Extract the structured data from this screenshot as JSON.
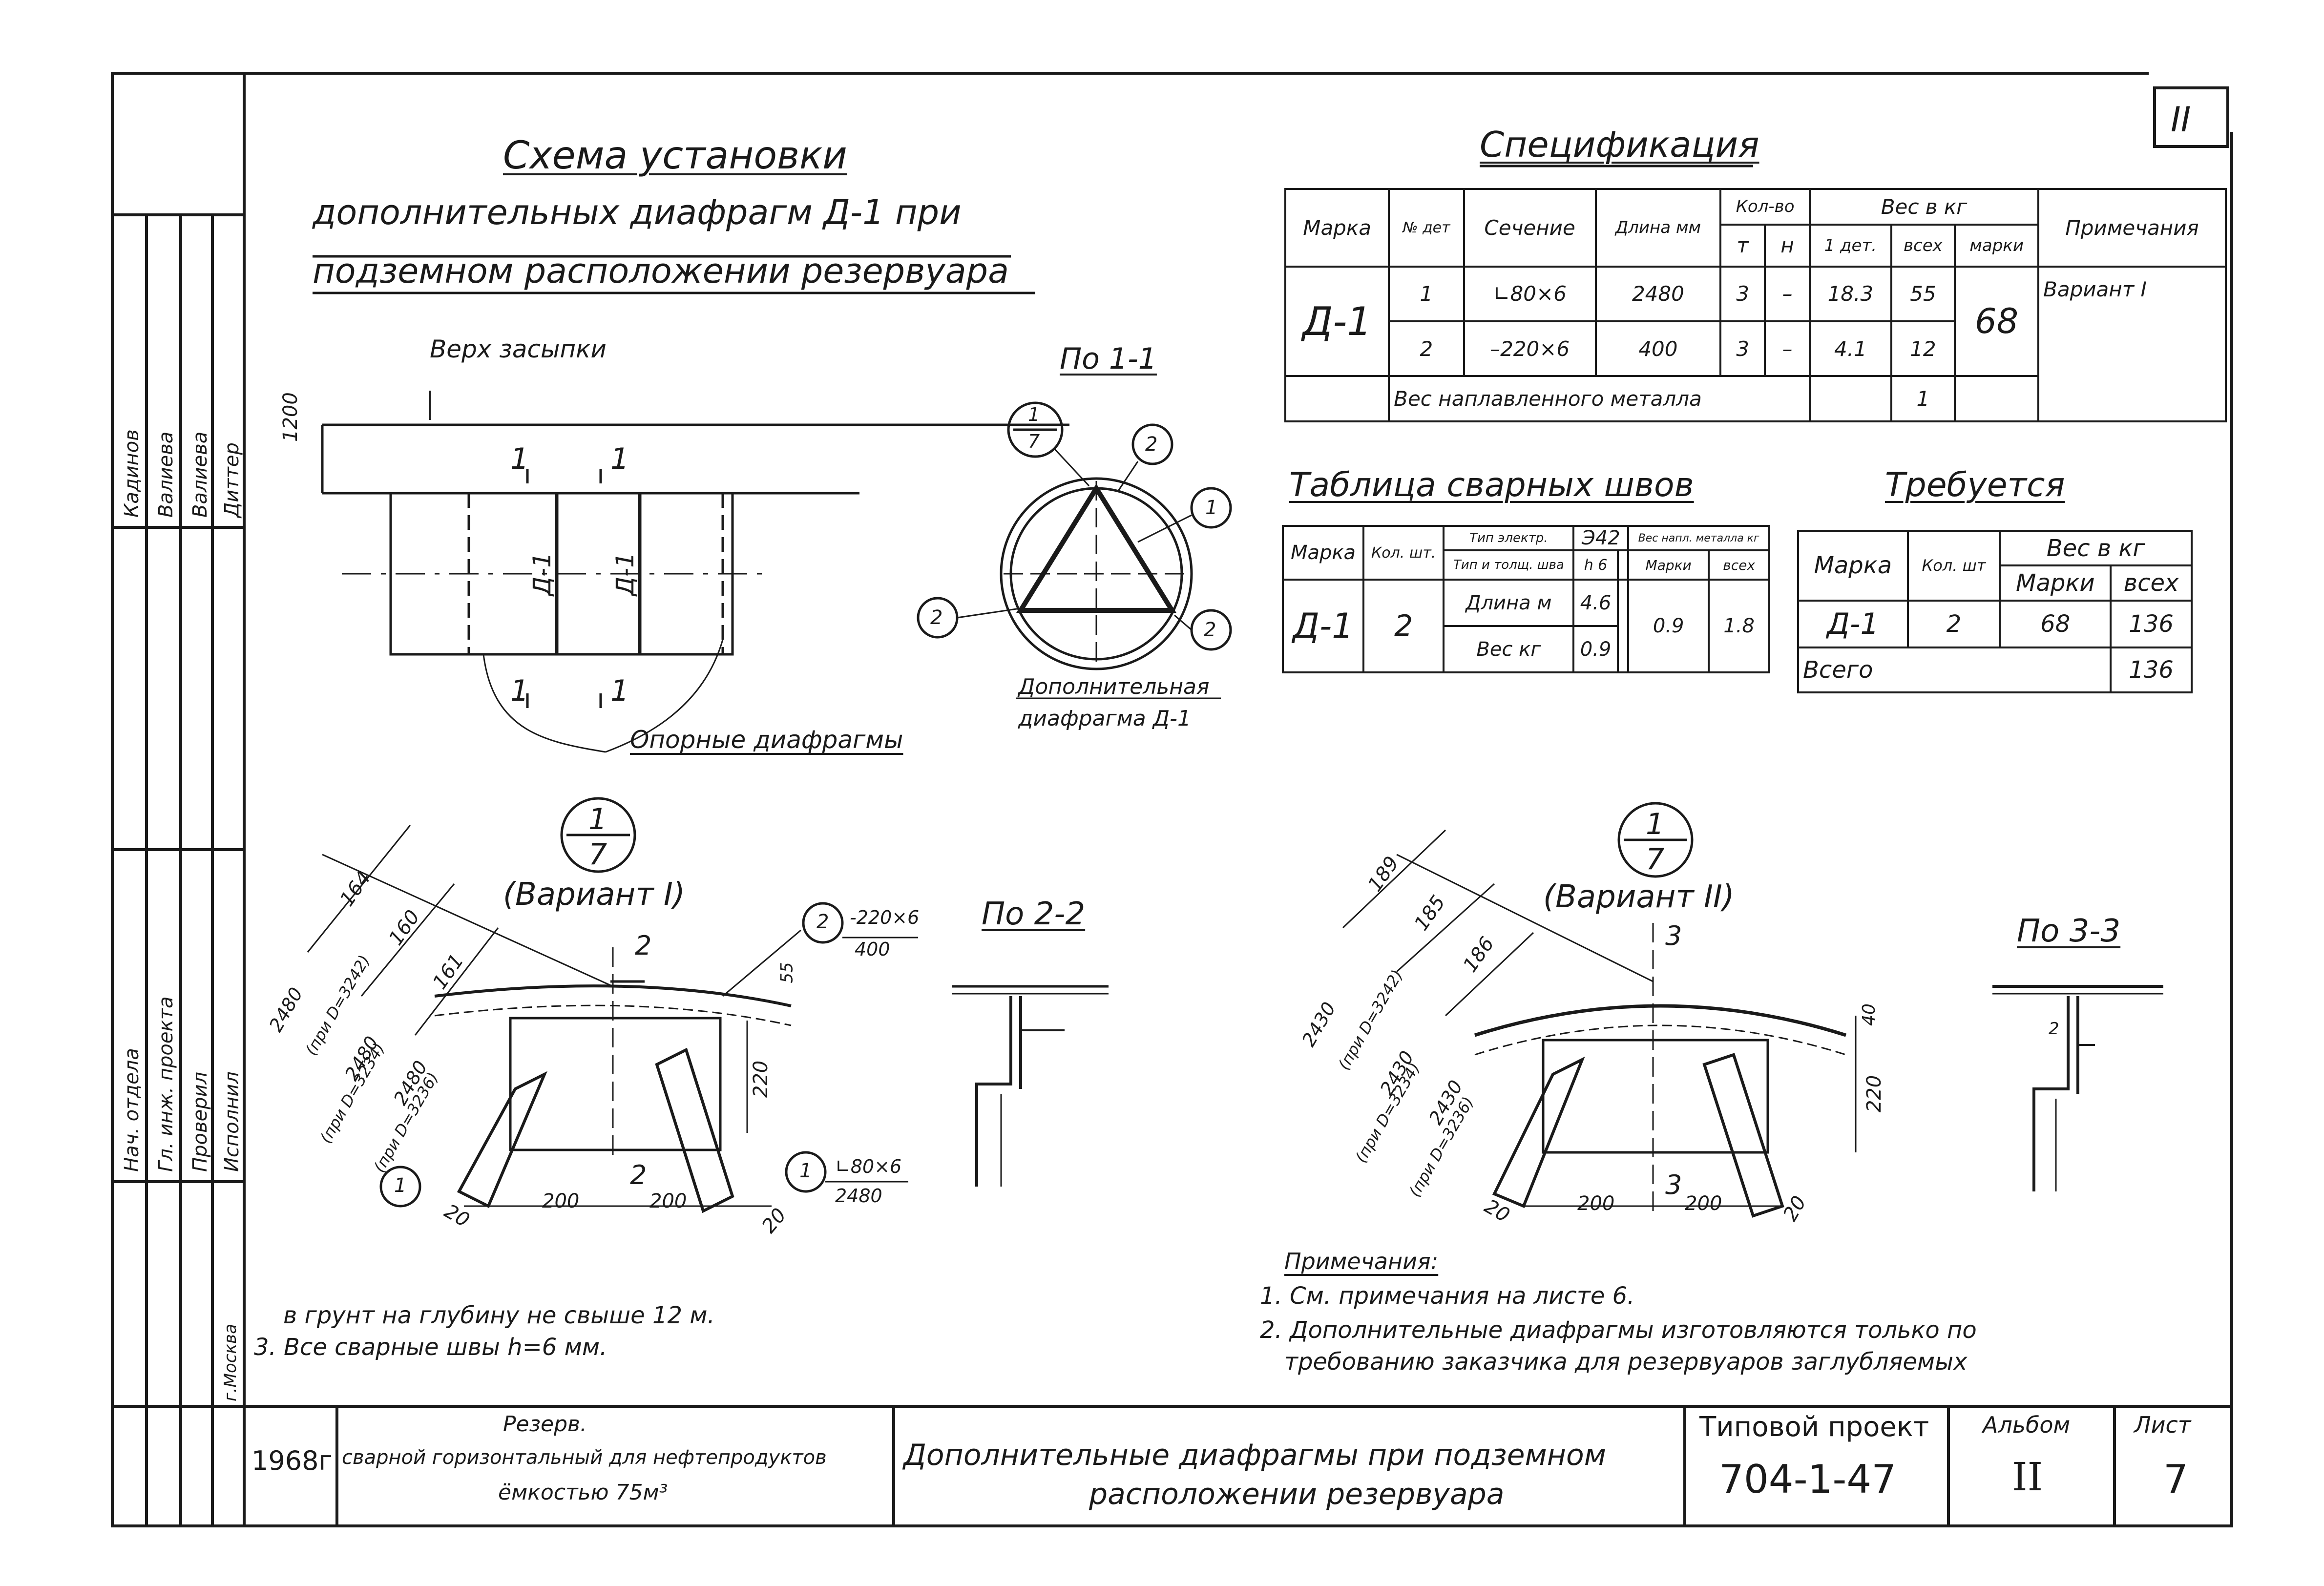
{
  "sheet_corner": "II",
  "title": {
    "line1": "Схема установки",
    "line2": "дополнительных диафрагм Д-1 при",
    "line3": "подземном расположении резервуара"
  },
  "scheme": {
    "backfill_label": "Верх засыпки",
    "height_dim": "1200",
    "section_mark": "1",
    "diaphragm_label": "Д-1",
    "support_diaphragms": "Опорные диафрагмы"
  },
  "section_1_1": {
    "title": "По 1-1",
    "callout_top": "1",
    "callout_bottom": "7",
    "pos1": "1",
    "pos2": "2",
    "extra_label_line1": "Дополнительная",
    "extra_label_line2": "диафрагма Д-1"
  },
  "specification": {
    "title": "Спецификация",
    "headers": {
      "mark": "Марка",
      "det_no": "№ дет",
      "section": "Сечение",
      "length": "Длина мм",
      "qty": "Кол-во",
      "qty_t": "т",
      "qty_n": "н",
      "weight": "Вес в кг",
      "w_one": "1 дет.",
      "w_all": "всех",
      "w_mark": "марки",
      "notes": "Примечания"
    },
    "mark": "Д-1",
    "rows": [
      {
        "det": "1",
        "section": "∟80×6",
        "length": "2480",
        "t": "3",
        "n": "–",
        "one": "18.3",
        "all": "55"
      },
      {
        "det": "2",
        "section": "–220×6",
        "length": "400",
        "t": "3",
        "n": "–",
        "one": "4.1",
        "all": "12"
      }
    ],
    "mark_weight": "68",
    "note": "Вариант I",
    "weld_metal_label": "Вес наплавленного металла",
    "weld_metal_value": "1"
  },
  "weld_table": {
    "title": "Таблица сварных швов",
    "headers": {
      "mark": "Марка",
      "qty": "Кол. шт.",
      "electrode": "Тип электр.",
      "electrode_value": "Э42",
      "seam_type": "Тип и толщ. шва",
      "h": "h 6",
      "weld_metal": "Вес напл. металла кг",
      "per_mark": "Марки",
      "all": "всех"
    },
    "mark": "Д-1",
    "qty": "2",
    "length_label": "Длина м",
    "length_value": "4.6",
    "weight_label": "Вес кг",
    "weight_value": "0.9",
    "per_mark_value": "0.9",
    "all_value": "1.8"
  },
  "required_table": {
    "title": "Требуется",
    "headers": {
      "mark": "Марка",
      "qty": "Кол. шт",
      "weight": "Вес в кг",
      "per_mark": "Марки",
      "all": "всех"
    },
    "rows": [
      {
        "mark": "Д-1",
        "qty": "2",
        "per_mark": "68",
        "all": "136"
      }
    ],
    "total_label": "Всего",
    "total_value": "136"
  },
  "detail_1": {
    "callout_top": "1",
    "callout_bottom": "7",
    "variant": "(Вариант I)",
    "section_cut": "2",
    "section_view_title": "По 2-2",
    "plate_pos": "2",
    "plate_spec": "-220×6",
    "plate_len": "400",
    "angle_pos": "1",
    "angle_spec": "∟80×6",
    "angle_len": "2480",
    "left_pos": "1",
    "dims": [
      "164",
      "160",
      "161",
      "55",
      "220",
      "200",
      "200",
      "20",
      "20"
    ],
    "diag_dims": [
      "2480",
      "(при D=3242)",
      "2480",
      "(при D=3234)",
      "2480",
      "(при D=3236)"
    ]
  },
  "detail_2": {
    "callout_top": "1",
    "callout_bottom": "7",
    "variant": "(Вариант II)",
    "section_cut": "3",
    "section_view_title": "По 3-3",
    "dims": [
      "189",
      "185",
      "186",
      "40",
      "220",
      "200",
      "200",
      "20",
      "20",
      "2"
    ],
    "diag_dims": [
      "2430",
      "(при D=3242)",
      "2430",
      "(при D=3234)",
      "2430",
      "(при D=3236)"
    ]
  },
  "notes": {
    "title": "Примечания:",
    "n1": "1. См. примечания на листе 6.",
    "n2a": "2. Дополнительные диафрагмы изготовляются только по",
    "n2b": "требованию заказчика для резервуаров заглубляемых",
    "n2c": "в грунт на глубину не свыше 12 м.",
    "n3": "3. Все сварные швы h=6 мм."
  },
  "stamp": {
    "year": "1968г",
    "reservoir_line1": "Резерв.",
    "reservoir_line2": "сварной горизонтальный для нефтепродуктов",
    "reservoir_line3": "ёмкостью 75м³",
    "drawing_title_line1": "Дополнительные диафрагмы при подземном",
    "drawing_title_line2": "расположении резервуара",
    "project_label": "Типовой проект",
    "project_number": "704-1-47",
    "album_label": "Альбом",
    "album_value": "II",
    "sheet_label": "Лист",
    "sheet_value": "7"
  },
  "side_strip": {
    "names": [
      "Кадинов",
      "Валиева",
      "Валиева",
      "Диттер"
    ],
    "roles": [
      "Нач. отдела",
      "Гл. инж. проекта",
      "Проверил",
      "Исполнил"
    ],
    "org": "г.Москва"
  }
}
